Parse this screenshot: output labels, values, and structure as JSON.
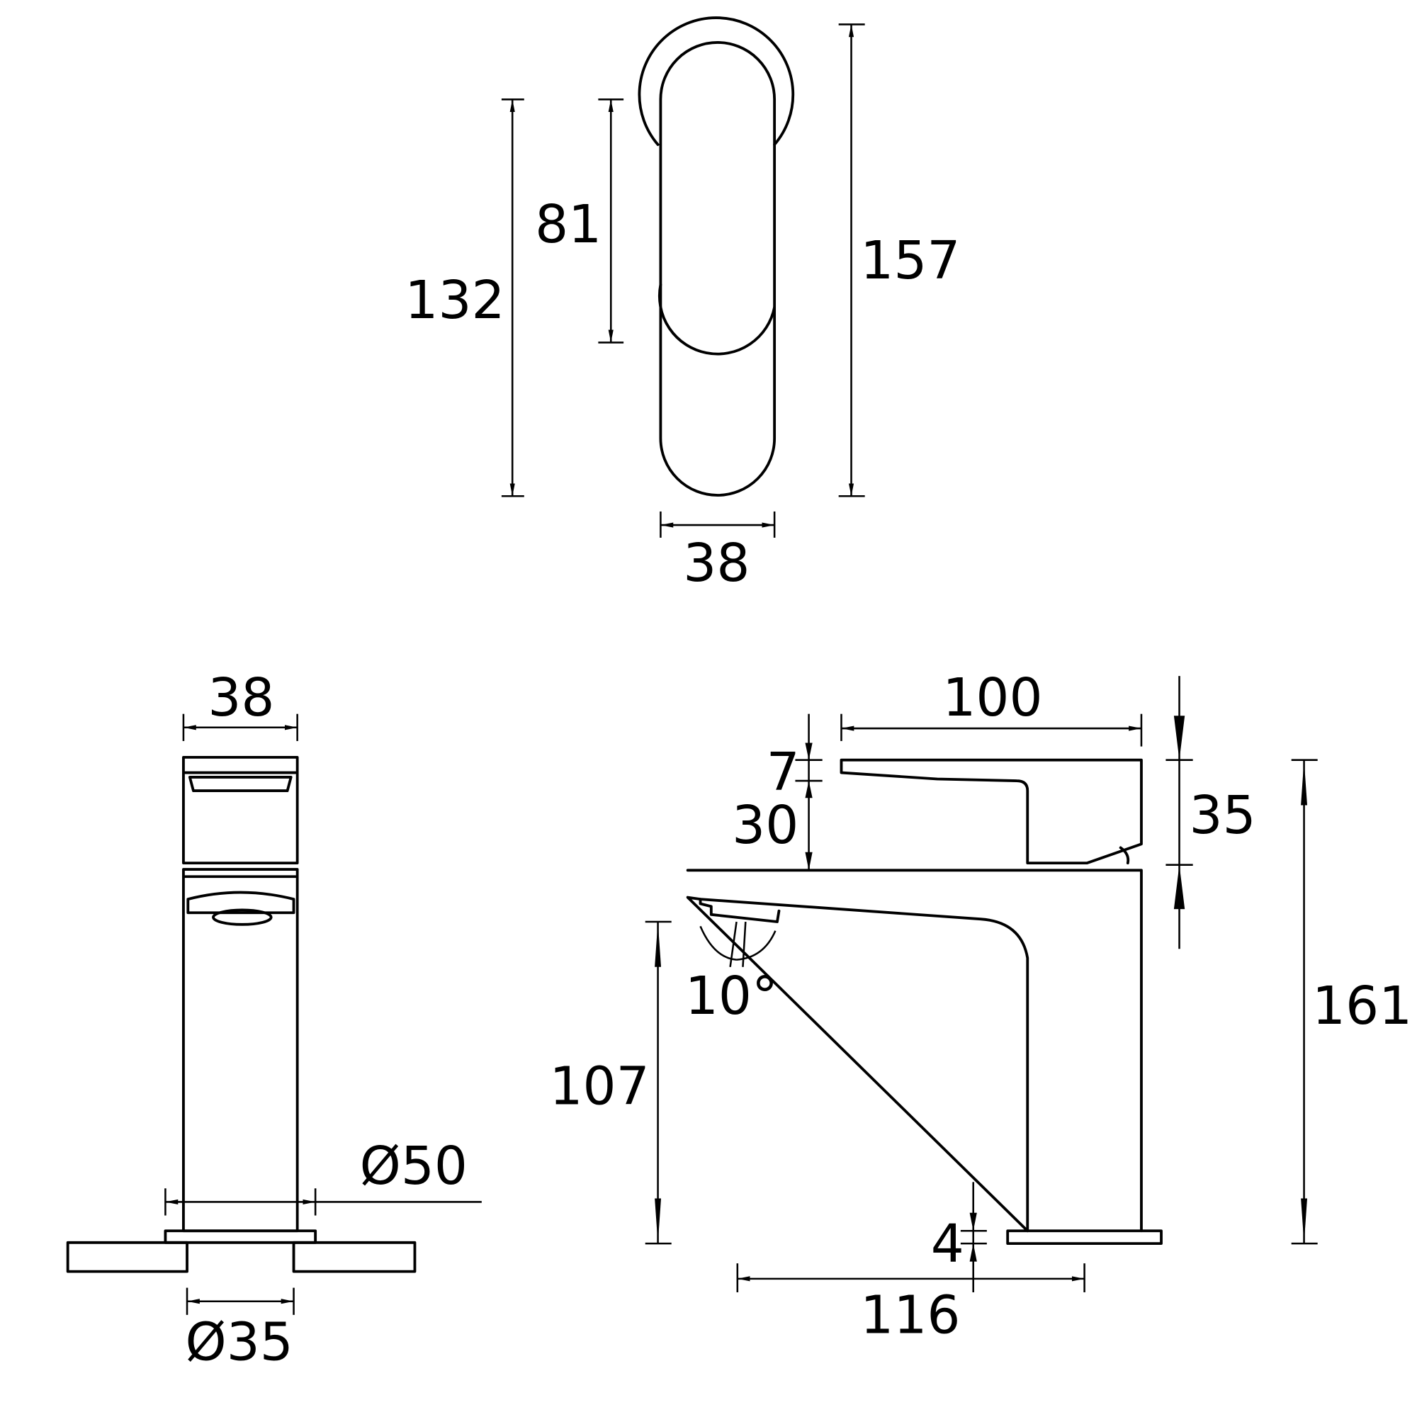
{
  "drawing": {
    "top_view": {
      "dim_132": "132",
      "dim_81": "81",
      "dim_157": "157",
      "dim_38": "38"
    },
    "front_view": {
      "dim_38": "38",
      "dim_dia50": "Ø50",
      "dim_dia35": "Ø35"
    },
    "side_view": {
      "dim_100": "100",
      "dim_7": "7",
      "dim_30": "30",
      "dim_35": "35",
      "dim_161": "161",
      "dim_107": "107",
      "dim_angle": "10°",
      "dim_4": "4",
      "dim_116": "116"
    },
    "line_color": "#000000",
    "background": "#ffffff"
  }
}
